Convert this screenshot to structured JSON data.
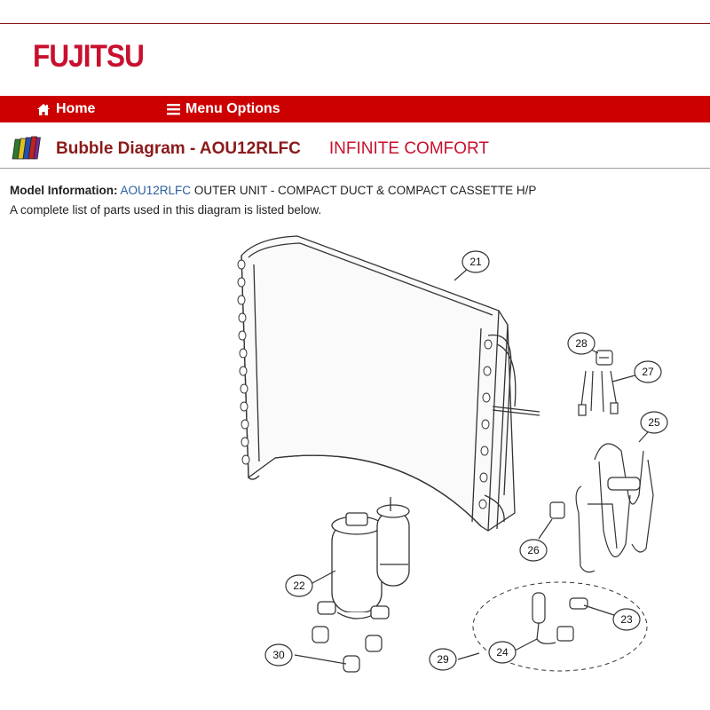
{
  "brand": {
    "logo_text": "FUJITSU",
    "color": "#c8102e",
    "nav_color": "#cc0000"
  },
  "nav": {
    "home_label": "Home",
    "menu_label": "Menu Options"
  },
  "header": {
    "title": "Bubble Diagram - AOU12RLFC",
    "tagline": "INFINITE COMFORT"
  },
  "model": {
    "label": "Model Information:",
    "model_link": "AOU12RLFC",
    "description": "OUTER UNIT - COMPACT DUCT & COMPACT CASSETTE H/P",
    "note": "A complete list of parts used in this diagram is listed below."
  },
  "bubbles": {
    "b21": "21",
    "b22": "22",
    "b23": "23",
    "b24": "24",
    "b25": "25",
    "b26": "26",
    "b27": "27",
    "b28": "28",
    "b29": "29",
    "b30": "30"
  }
}
